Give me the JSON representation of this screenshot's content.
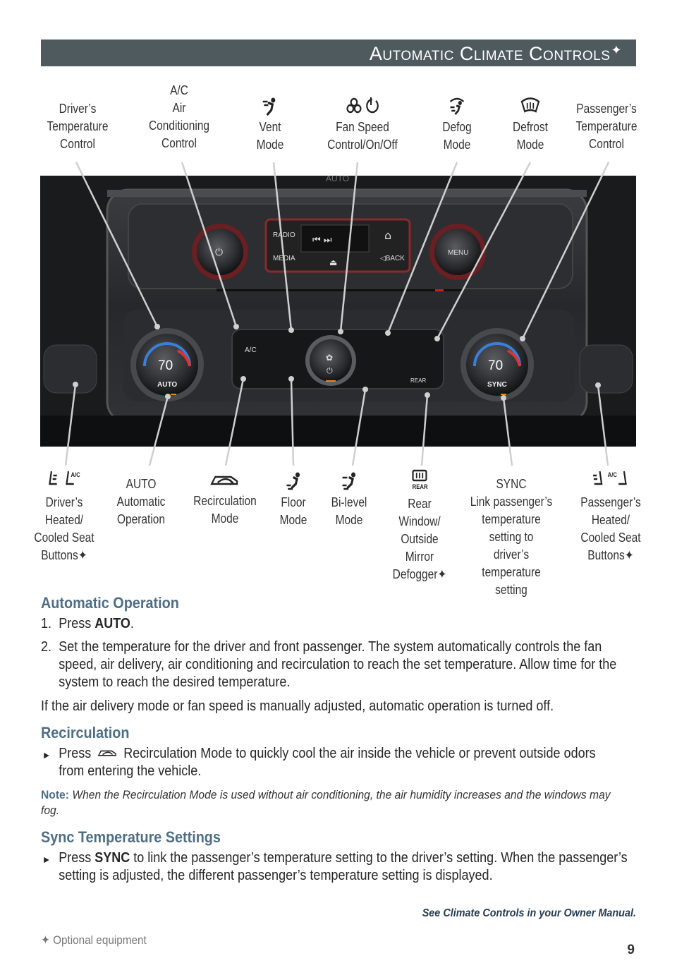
{
  "header": {
    "title": "Automatic Climate Controls",
    "star": "✦"
  },
  "top_labels": {
    "driver_temp": [
      "Driver’s",
      "Temperature",
      "Control"
    ],
    "ac": [
      "A/C",
      "Air",
      "Conditioning",
      "Control"
    ],
    "vent": [
      "Vent",
      "Mode"
    ],
    "fan": [
      "Fan Speed",
      "Control/On/Off"
    ],
    "defog": [
      "Defog",
      "Mode"
    ],
    "defrost": [
      "Defrost",
      "Mode"
    ],
    "pass_temp": [
      "Passenger’s",
      "Temperature",
      "Control"
    ]
  },
  "bottom_labels": {
    "driver_seat": [
      "Driver’s",
      "Heated/",
      "Cooled Seat",
      "Buttons✦"
    ],
    "auto": [
      "AUTO",
      "Automatic",
      "Operation"
    ],
    "recirc": [
      "Recirculation",
      "Mode"
    ],
    "floor": [
      "Floor",
      "Mode"
    ],
    "bilevel": [
      "Bi-level",
      "Mode"
    ],
    "rear": [
      "Rear",
      "Window/",
      "Outside",
      "Mirror",
      "Defogger✦"
    ],
    "sync": [
      "SYNC",
      "Link passenger’s",
      "temperature",
      "setting to",
      "driver’s",
      "temperature",
      "setting"
    ],
    "pass_seat": [
      "Passenger’s",
      "Heated/",
      "Cooled Seat",
      "Buttons✦"
    ]
  },
  "panel": {
    "auto_top": "AUTO",
    "radio": "RADIO",
    "media": "MEDIA",
    "back": "◁BACK",
    "menu": "MENU",
    "ac": "A/C",
    "left_temp": "70",
    "right_temp": "70",
    "auto": "AUTO",
    "sync": "SYNC",
    "rear": "REAR"
  },
  "sections": {
    "auto_heading": "Automatic Operation",
    "auto_step1_num": "1.",
    "auto_step1_pre": "Press ",
    "auto_step1_bold": "AUTO",
    "auto_step1_post": ".",
    "auto_step2_num": "2.",
    "auto_step2": "Set the temperature for the driver and front passenger. The system automatically controls the fan speed, air delivery, air conditioning and recirculation to reach the set temperature. Allow time for the system to reach the desired temperature.",
    "auto_para": "If the air delivery mode or fan speed is manually adjusted, automatic operation is turned off.",
    "recirc_heading": "Recirculation",
    "recirc_pre": "Press",
    "recirc_text": "Recirculation Mode to quickly cool the air inside the vehicle or prevent outside odors from entering the vehicle.",
    "note_label": "Note:",
    "note_text": "When the Recirculation Mode is used without air conditioning, the air humidity increases and the windows may fog.",
    "sync_heading": "Sync Temperature Settings",
    "sync_pre": "Press ",
    "sync_bold": "SYNC",
    "sync_text": " to link the passenger’s temperature setting to the driver’s setting. When the passenger’s setting is adjusted, the different passenger’s temperature setting is displayed."
  },
  "footer": {
    "see": "See Climate Controls in your Owner Manual.",
    "optional": "✦ Optional equipment",
    "page": "9"
  }
}
